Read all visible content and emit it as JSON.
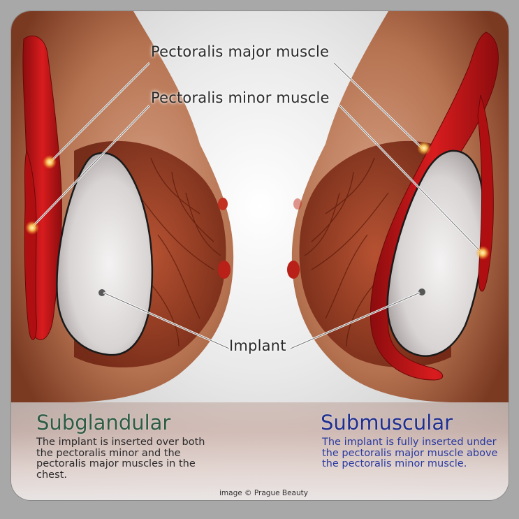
{
  "labels": {
    "pectoralis_major": "Pectoralis major muscle",
    "pectoralis_minor": "Pectoralis minor muscle",
    "implant": "Implant"
  },
  "subglandular": {
    "title": "Subglandular",
    "description": "The implant is inserted over both the pectoralis minor and the pectoralis major muscles in the chest."
  },
  "submuscular": {
    "title": "Submuscular",
    "description": "The implant is fully inserted under the pectoralis major muscle above the pectoralis minor muscle."
  },
  "credit": "image © Prague Beauty",
  "colors": {
    "skin": "#c99070",
    "tissue": "#9a3a22",
    "muscle": "#c8161a",
    "implant": "#e8e4e4",
    "subglandular_heading": "#2e5c45",
    "submuscular_heading": "#1f2f8f"
  }
}
